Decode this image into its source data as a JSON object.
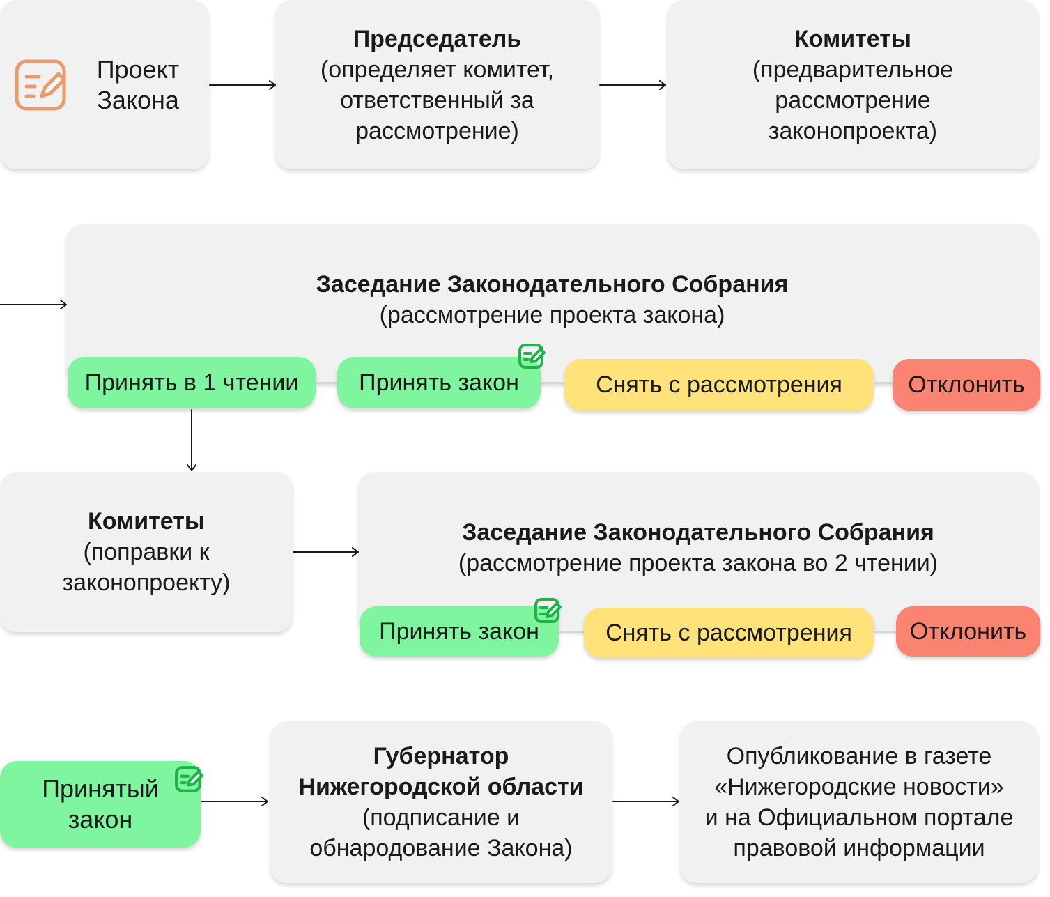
{
  "project": {
    "line1": "Проект",
    "line2": "Закона",
    "icon": "document-pen-icon",
    "icon_color": "#ea9a6c"
  },
  "chairman": {
    "title": "Председатель",
    "desc": [
      "(определяет комитет,",
      "ответственный за",
      "рассмотрение)"
    ]
  },
  "committees1": {
    "title": "Комитеты",
    "desc": [
      "(предварительное",
      "рассмотрение",
      "законопроекта)"
    ]
  },
  "session1": {
    "title": "Заседание Законодательного Собрания",
    "desc": "(рассмотрение проекта закона)",
    "options": {
      "first_reading": "Принять в 1 чтении",
      "adopt": "Принять закон",
      "withdraw": "Снять с рассмотрения",
      "reject": "Отклонить"
    }
  },
  "committees2": {
    "title": "Комитеты",
    "desc": [
      "(поправки к",
      "законопроекту)"
    ]
  },
  "session2": {
    "title": "Заседание Законодательного Собрания",
    "desc": "(рассмотрение проекта закона во 2 чтении)",
    "options": {
      "adopt": "Принять закон",
      "withdraw": "Снять с рассмотрения",
      "reject": "Отклонить"
    }
  },
  "adopted": {
    "line1": "Принятый",
    "line2": "закон"
  },
  "governor": {
    "title": [
      "Губернатор",
      "Нижегородской области"
    ],
    "desc": [
      "(подписание и",
      "обнародование Закона)"
    ]
  },
  "publication": {
    "lines": [
      "Опубликование в газете",
      "«Нижегородские новости»",
      "и на Официальном портале",
      "правовой информации"
    ]
  },
  "colors": {
    "box": "#f1f1f1",
    "green": "#80f5a0",
    "yellow": "#ffe27a",
    "red": "#fa8471",
    "stamp": "#1fb24a",
    "arrow": "#1a1a1a"
  }
}
